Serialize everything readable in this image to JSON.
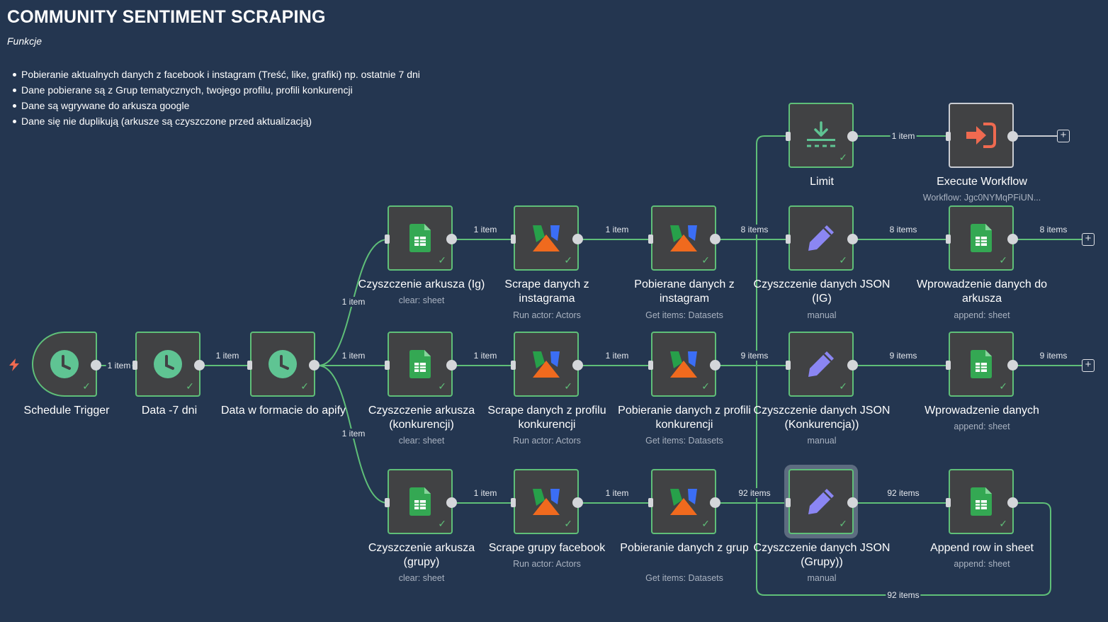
{
  "header": {
    "title": "COMMUNITY SENTIMENT SCRAPING",
    "subtitle": "Funkcje",
    "bullets": [
      "Pobieranie aktualnych danych z facebook i instagram (Treść, like, grafiki) np. ostatnie 7 dni",
      "Dane pobierane są z Grup tematycznych, twojego profilu, profili konkurencji",
      "Dane są wgrywane do arkusza google",
      "Dane się nie duplikują (arkusze są czyszczone przed aktualizacją)"
    ]
  },
  "colors": {
    "canvas": "#243650",
    "node_bg": "#414244",
    "success": "#5fbf78",
    "sheets": "#34a853",
    "edit_icon": "#8b86f3",
    "execute_icon": "#ef6a50",
    "trigger_icon": "#5fc493"
  },
  "nodes": {
    "schedule_trigger": {
      "name": "Schedule Trigger",
      "icon": "clock-icon"
    },
    "data_minus7": {
      "name": "Data -7 dni",
      "icon": "clock-icon"
    },
    "data_apify": {
      "name": "Data w formacie do apify",
      "icon": "clock-icon"
    },
    "clear_ig": {
      "name": "Czyszczenie arkusza (Ig)",
      "sub": "clear: sheet",
      "icon": "google-sheets-icon"
    },
    "clear_konk": {
      "name": "Czyszczenie arkusza (konkurencji)",
      "sub": "clear: sheet",
      "icon": "google-sheets-icon"
    },
    "clear_grupy": {
      "name": "Czyszczenie arkusza (grupy)",
      "sub": "clear: sheet",
      "icon": "google-sheets-icon"
    },
    "scrape_ig": {
      "name": "Scrape danych z instagrama",
      "sub": "Run actor: Actors",
      "icon": "apify-icon"
    },
    "scrape_konk": {
      "name": "Scrape danych z profilu konkurencji",
      "sub": "Run actor: Actors",
      "icon": "apify-icon"
    },
    "scrape_grupy": {
      "name": "Scrape grupy facebook",
      "sub": "Run actor: Actors",
      "icon": "apify-icon"
    },
    "get_ig": {
      "name": "Pobierane danych z instagram",
      "sub": "Get items: Datasets",
      "icon": "apify-icon"
    },
    "get_konk": {
      "name": "Pobieranie danych z profili konkurencji",
      "sub": "Get items: Datasets",
      "icon": "apify-icon"
    },
    "get_grupy": {
      "name": "Pobieranie danych z grup",
      "sub": "Get items: Datasets",
      "icon": "apify-icon"
    },
    "limit": {
      "name": "Limit",
      "icon": "limit-icon"
    },
    "json_ig": {
      "name": "Czyszczenie danych JSON (IG)",
      "sub": "manual",
      "icon": "pencil-icon"
    },
    "json_konk": {
      "name": "Czyszczenie danych JSON (Konkurencja))",
      "sub": "manual",
      "icon": "pencil-icon"
    },
    "json_grupy": {
      "name": "Czyszczenie danych JSON (Grupy))",
      "sub": "manual",
      "icon": "pencil-icon"
    },
    "execute": {
      "name": "Execute Workflow",
      "sub": "Workflow: Jgc0NYMqPFiUN...",
      "icon": "execute-workflow-icon"
    },
    "append_ig": {
      "name": "Wprowadzenie danych do arkusza",
      "sub": "append: sheet",
      "icon": "google-sheets-icon"
    },
    "append_konk": {
      "name": "Wprowadzenie danych",
      "sub": "append: sheet",
      "icon": "google-sheets-icon"
    },
    "append_grupy": {
      "name": "Append row in sheet",
      "sub": "append: sheet",
      "icon": "google-sheets-icon"
    }
  },
  "edges": {
    "trigger_to_minus7": "1 item",
    "minus7_to_apify": "1 item",
    "apify_to_clear_ig": "1 item",
    "apify_to_clear_konk": "1 item",
    "apify_to_clear_grupy": "1 item",
    "clear_ig_to_scrape": "1 item",
    "scrape_ig_to_get": "1 item",
    "get_ig_to_json": "8 items",
    "json_ig_to_append": "8 items",
    "append_ig_out": "8 items",
    "clear_konk_to_scrape": "1 item",
    "scrape_konk_to_get": "1 item",
    "get_konk_to_json": "9 items",
    "json_konk_to_append": "9 items",
    "append_konk_out": "9 items",
    "clear_grupy_to_scrape": "1 item",
    "scrape_grupy_to_get": "1 item",
    "get_grupy_to_json": "92 items",
    "json_grupy_to_append": "92 items",
    "append_grupy_to_limit": "92 items",
    "limit_to_execute": "1 item"
  }
}
